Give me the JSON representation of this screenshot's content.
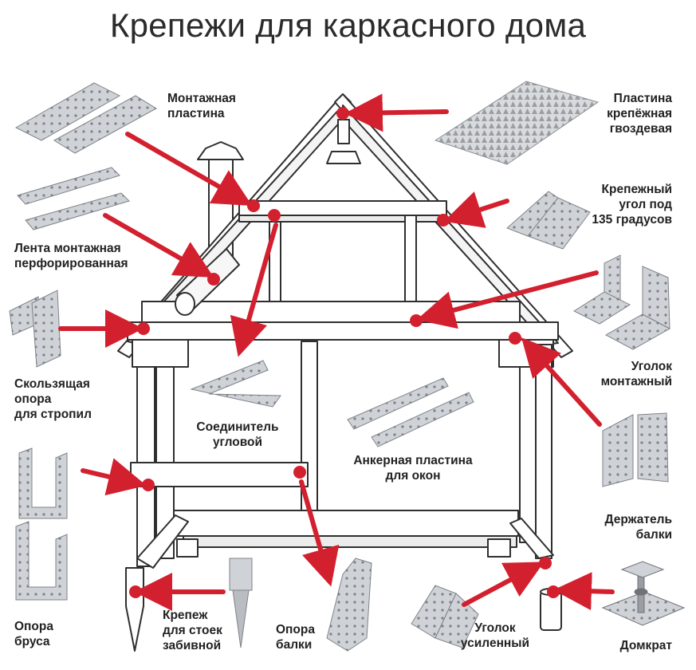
{
  "title": "Крепежи для каркасного дома",
  "colors": {
    "marker": "#d3202f",
    "frame": "#2f2f2f",
    "metal": "#c9ccd0",
    "metal_dark": "#8d9196"
  },
  "labels": {
    "mounting_plate": [
      "Монтажная",
      "пластина"
    ],
    "nail_plate": [
      "Пластина",
      "крепёжная",
      "гвоздевая"
    ],
    "angle_135": [
      "Крепежный",
      "угол под",
      "135 градусов"
    ],
    "perforated_tape": [
      "Лента монтажная",
      "перфорированная"
    ],
    "mounting_angle": [
      "Уголок",
      "монтажный"
    ],
    "sliding_support": [
      "Скользящая",
      "опора",
      "для стропил"
    ],
    "corner_connector": [
      "Соединитель",
      "угловой"
    ],
    "anchor_plate": [
      "Анкерная пластина",
      "для окон"
    ],
    "beam_holder": [
      "Держатель",
      "балки"
    ],
    "timber_support": [
      "Опора",
      "бруса"
    ],
    "post_spike": [
      "Крепеж",
      "для стоек",
      "забивной"
    ],
    "beam_support": [
      "Опора",
      "балки"
    ],
    "reinforced_angle": [
      "Уголок",
      "усиленный"
    ],
    "jack": [
      "Домкрат"
    ]
  }
}
